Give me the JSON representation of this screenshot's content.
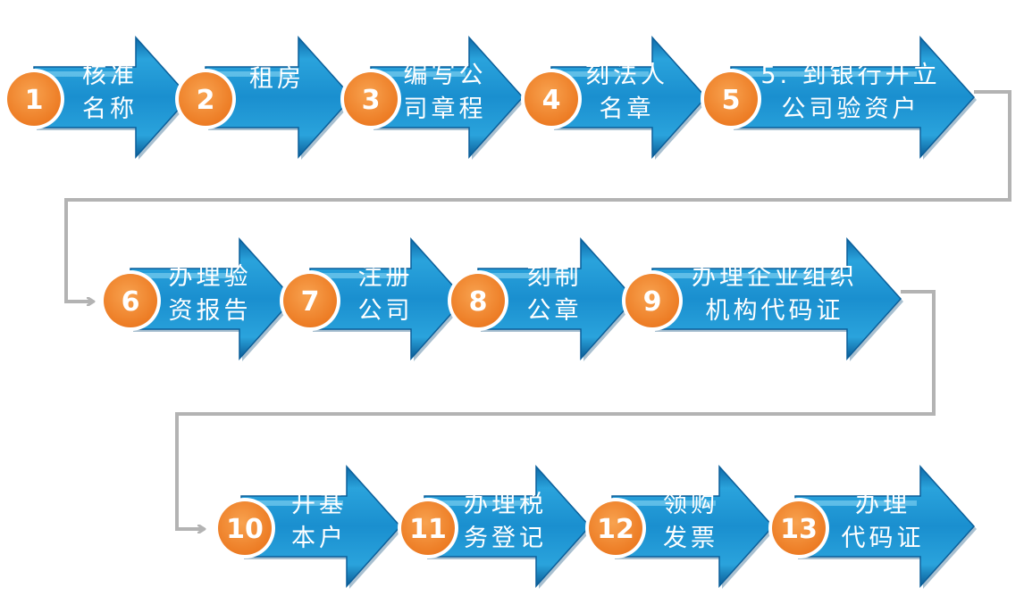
{
  "colors": {
    "arrow_dark": "#0b5f9a",
    "arrow_mid": "#1c93d1",
    "arrow_light": "#57c3ef",
    "badge": "#f2862e",
    "badge_border": "#ffffff",
    "connector": "#b3b3b3"
  },
  "steps": [
    {
      "number": "1",
      "lines": [
        "核准",
        "名称"
      ]
    },
    {
      "number": "2",
      "lines": [
        "租房"
      ]
    },
    {
      "number": "3",
      "lines": [
        "编写公",
        "司章程"
      ]
    },
    {
      "number": "4",
      "lines": [
        "刻法人",
        "名章"
      ]
    },
    {
      "number": "5",
      "lines": [
        "5. 到银行开立",
        "公司验资户"
      ]
    },
    {
      "number": "6",
      "lines": [
        "办理验",
        "资报告"
      ]
    },
    {
      "number": "7",
      "lines": [
        "注册",
        "公司"
      ]
    },
    {
      "number": "8",
      "lines": [
        "刻制",
        "公章"
      ]
    },
    {
      "number": "9",
      "lines": [
        "办理企业组织",
        "机构代码证"
      ]
    },
    {
      "number": "10",
      "lines": [
        "开基",
        "本户"
      ]
    },
    {
      "number": "11",
      "lines": [
        "办理税",
        "务登记"
      ]
    },
    {
      "number": "12",
      "lines": [
        "领购",
        "发票"
      ]
    },
    {
      "number": "13",
      "lines": [
        "办理",
        "代码证"
      ]
    }
  ]
}
